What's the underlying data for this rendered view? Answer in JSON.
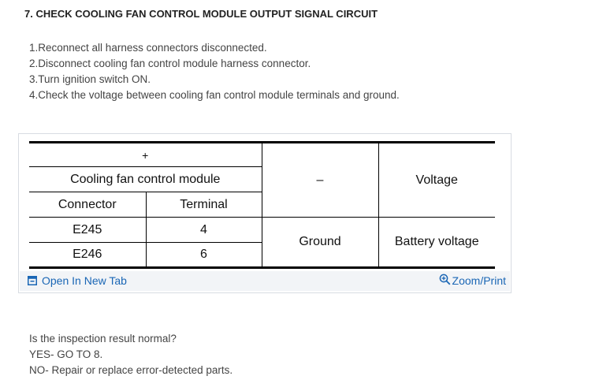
{
  "heading": "7. CHECK COOLING FAN CONTROL MODULE OUTPUT SIGNAL CIRCUIT",
  "steps": [
    "1.Reconnect all harness connectors disconnected.",
    "2.Disconnect cooling fan control module harness connector.",
    "3.Turn ignition switch ON.",
    "4.Check the voltage between cooling fan control module terminals and ground."
  ],
  "table": {
    "plus_header": "+",
    "module_header": "Cooling fan control module",
    "minus_header": "–",
    "voltage_header": "Voltage",
    "connector_header": "Connector",
    "terminal_header": "Terminal",
    "rows": [
      {
        "connector": "E245",
        "terminal": "4"
      },
      {
        "connector": "E246",
        "terminal": "6"
      }
    ],
    "minus_value": "Ground",
    "voltage_value": "Battery voltage"
  },
  "toolbar": {
    "open_tab_label": "Open In New Tab",
    "zoom_label": "Zoom/Print",
    "accent_color": "#1a66b5"
  },
  "result": {
    "question": "Is the inspection result normal?",
    "yes": "YES- GO TO 8.",
    "no": "NO- Repair or replace error-detected parts."
  }
}
